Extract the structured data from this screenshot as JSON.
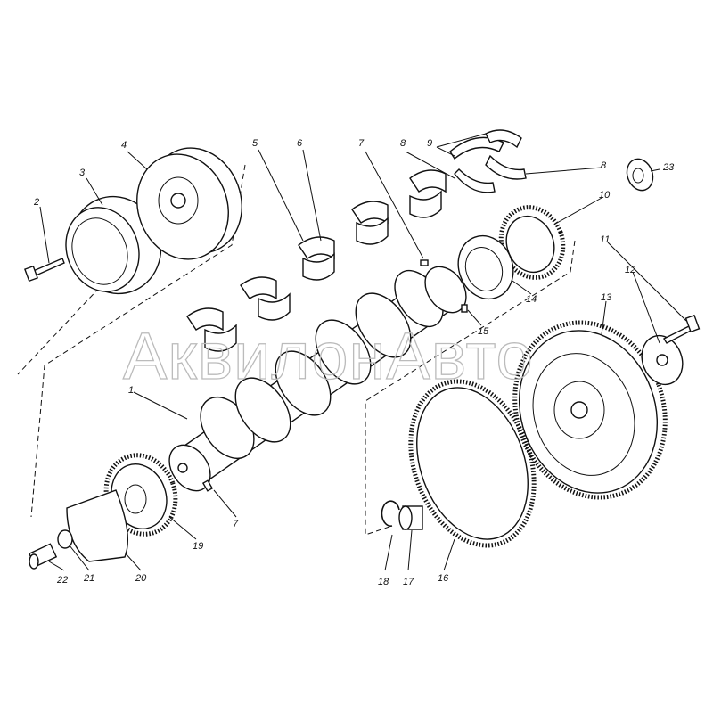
{
  "title": "Crankshaft and flywheel exploded view",
  "watermark": "АквилонАвто",
  "labels": [
    "1",
    "2",
    "3",
    "4",
    "5",
    "6",
    "7",
    "8",
    "9",
    "8",
    "23",
    "10",
    "11",
    "12",
    "13",
    "14",
    "15",
    "7",
    "19",
    "20",
    "21",
    "22",
    "18",
    "17",
    "16"
  ]
}
